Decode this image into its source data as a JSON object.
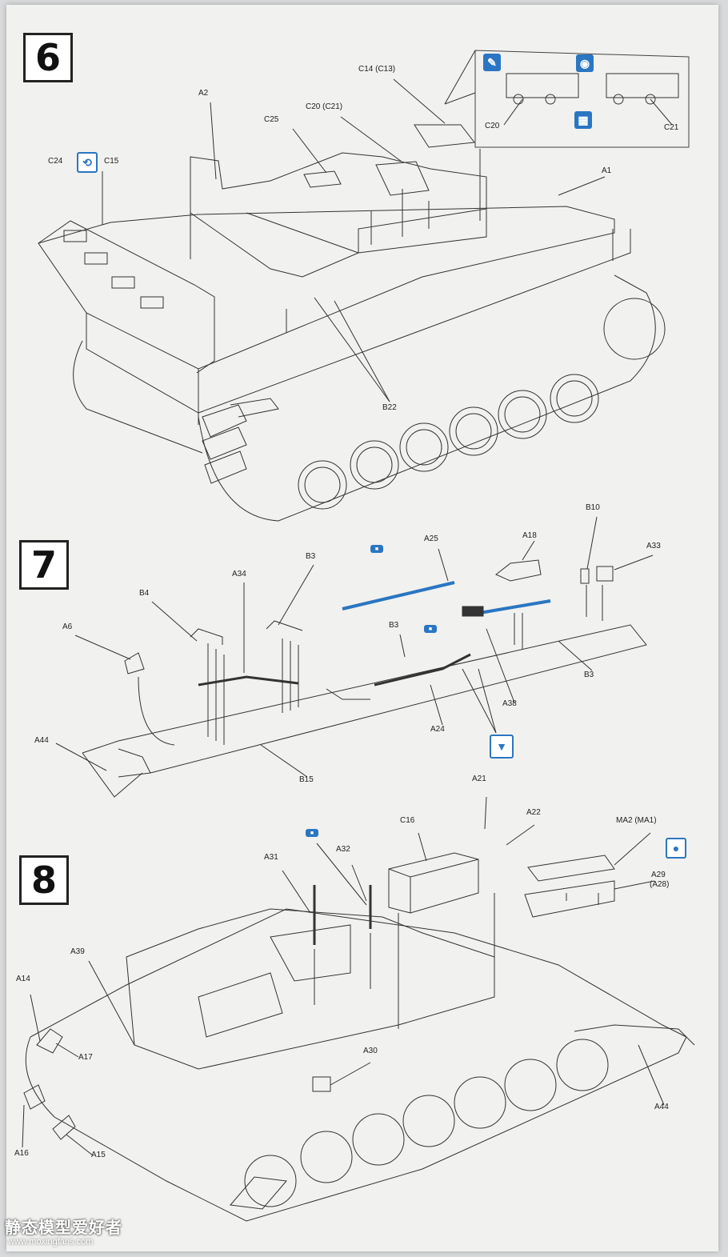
{
  "steps": {
    "s6": "6",
    "s7": "7",
    "s8": "8"
  },
  "labels6": {
    "c14": "C14 (C13)",
    "a2": "A2",
    "c20": "C20 (C21)",
    "c25": "C25",
    "c24": "C24",
    "c15": "C15",
    "a1": "A1",
    "b22": "B22",
    "inset_c20": "C20",
    "inset_c21": "C21"
  },
  "labels7": {
    "a25": "A25",
    "a18": "A18",
    "b10": "B10",
    "a33": "A33",
    "a34": "A34",
    "b3_top": "B3",
    "b4": "B4",
    "a6": "A6",
    "b3_mid": "B3",
    "b3_right": "B3",
    "a38": "A38",
    "a24": "A24",
    "a44": "A44",
    "b15": "B15"
  },
  "labels8": {
    "a21": "A21",
    "a22": "A22",
    "c16": "C16",
    "ma2": "MA2 (MA1)",
    "a31": "A31",
    "a32": "A32",
    "a29": "A29",
    "a28": "(A28)",
    "a39": "A39",
    "a14": "A14",
    "a17": "A17",
    "a30": "A30",
    "a44": "A44",
    "a16": "A16",
    "a15": "A15"
  },
  "icons": {
    "accent": "#2a76c2"
  },
  "watermark": {
    "title": "静态模型爱好者",
    "url": "www.moxingfans.com"
  }
}
